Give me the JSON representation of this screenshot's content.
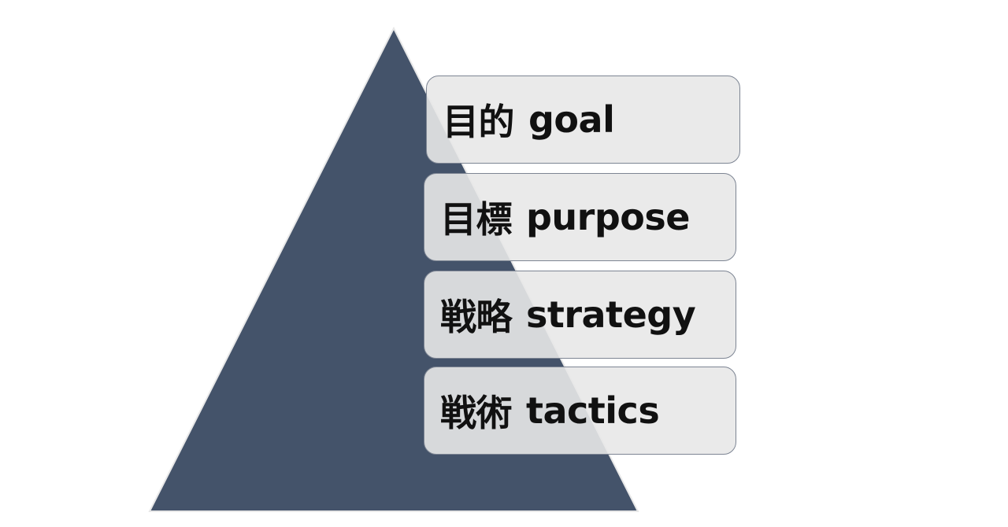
{
  "diagram": {
    "type": "pyramid-list",
    "triangle_color": "#44536a",
    "box_fill": "#e6e6e6",
    "box_border": "#7d8593",
    "levels": [
      {
        "jp": "目的",
        "en": "goal"
      },
      {
        "jp": "目標",
        "en": "purpose"
      },
      {
        "jp": "戦略",
        "en": "strategy"
      },
      {
        "jp": "戦術",
        "en": "tactics"
      }
    ]
  }
}
